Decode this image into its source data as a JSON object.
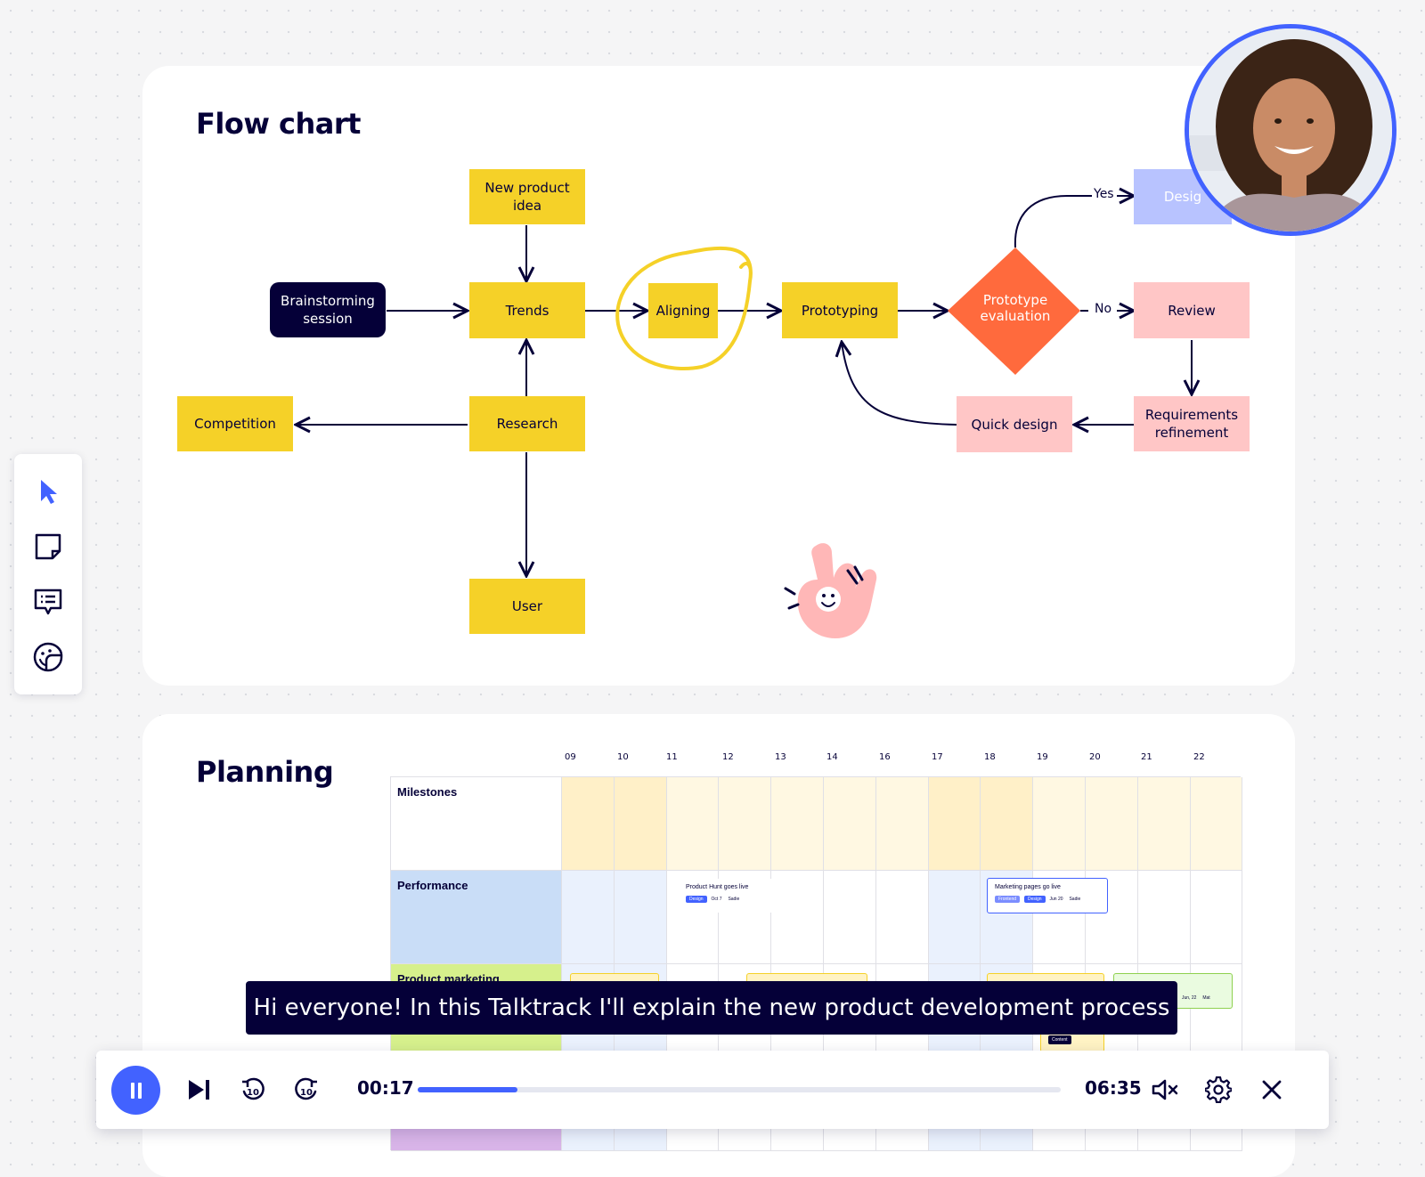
{
  "flowchart": {
    "title": "Flow chart",
    "nodes": {
      "new_product_idea": "New product idea",
      "brainstorming": "Brainstorming session",
      "trends": "Trends",
      "aligning": "Aligning",
      "prototyping": "Prototyping",
      "prototype_evaluation": "Prototype evaluation",
      "design": "Desig",
      "review": "Review",
      "requirements_refinement": "Requirements refinement",
      "quick_design": "Quick design",
      "competition": "Competition",
      "research": "Research",
      "user": "User"
    },
    "branch_labels": {
      "yes": "Yes",
      "no": "No"
    }
  },
  "planning": {
    "title": "Planning",
    "columns": [
      "09",
      "10",
      "11",
      "12",
      "13",
      "14",
      "16",
      "17",
      "18",
      "19",
      "20",
      "21",
      "22"
    ],
    "rows": [
      {
        "label": "Milestones",
        "color": "#fff6d6"
      },
      {
        "label": "Performance",
        "color": "#c9ddf7"
      },
      {
        "label": "Product marketing",
        "color": "#d6f08c"
      }
    ],
    "cards": {
      "product_hunt": {
        "title": "Product Hunt goes live",
        "tag": "Design",
        "date": "Oct 7",
        "owner": "Sadie"
      },
      "marketing_pages": {
        "title": "Marketing pages go live",
        "tags": [
          "Frontend",
          "Design"
        ],
        "date": "Jun 20",
        "owner": "Sadie"
      },
      "green_card": {
        "date": "Jun, 22",
        "owner": "Mat"
      },
      "tooltip": "Content"
    }
  },
  "toolbar": {
    "tools": [
      "cursor-icon",
      "sticky-note-icon",
      "comment-icon",
      "sticker-icon"
    ]
  },
  "caption": "Hi everyone! In this Talktrack I'll explain the new product development process",
  "player": {
    "current_time": "00:17",
    "total_time": "06:35",
    "progress": 0.155,
    "skip_back_label": "10",
    "skip_forward_label": "10"
  },
  "colors": {
    "accent": "#4262ff",
    "ink": "#050038",
    "yellow": "#f5d128",
    "pink": "#ffc6c6",
    "orange": "#ff6a3d",
    "blue": "#b8c3ff"
  }
}
